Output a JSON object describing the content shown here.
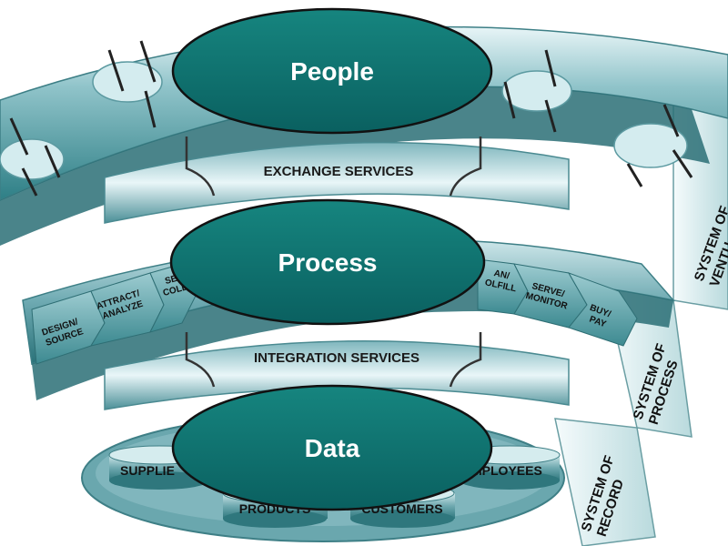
{
  "layers": {
    "people": "People",
    "process": "Process",
    "data": "Data"
  },
  "services": {
    "exchange": "EXCHANGE SERVICES",
    "integration": "INTEGRATION SERVICES"
  },
  "systems": {
    "venture": [
      "SYSTEM OF",
      "VENTU"
    ],
    "process": [
      "SYSTEM OF",
      "PROCESS"
    ],
    "record": [
      "SYSTEM OF",
      "RECORD"
    ]
  },
  "process_steps": [
    [
      "DESIGN/",
      "SOURCE"
    ],
    [
      "ATTRACT/",
      "ANALYZE"
    ],
    [
      "SE",
      "COLL"
    ],
    [
      "AN/",
      "OLFILL"
    ],
    [
      "SERVE/",
      "MONITOR"
    ],
    [
      "BUY/",
      "PAY"
    ]
  ],
  "data_stores": {
    "suppliers": "SUPPLIE",
    "products": "PRODUCTS",
    "customers": "CUSTOMERS",
    "employees": "MPLOYEES"
  },
  "colors": {
    "teal_dark": "#0b6f6e",
    "teal_mid": "#2f8e93",
    "band_light": "#d9eef1",
    "band_mid": "#5ea5ad"
  }
}
